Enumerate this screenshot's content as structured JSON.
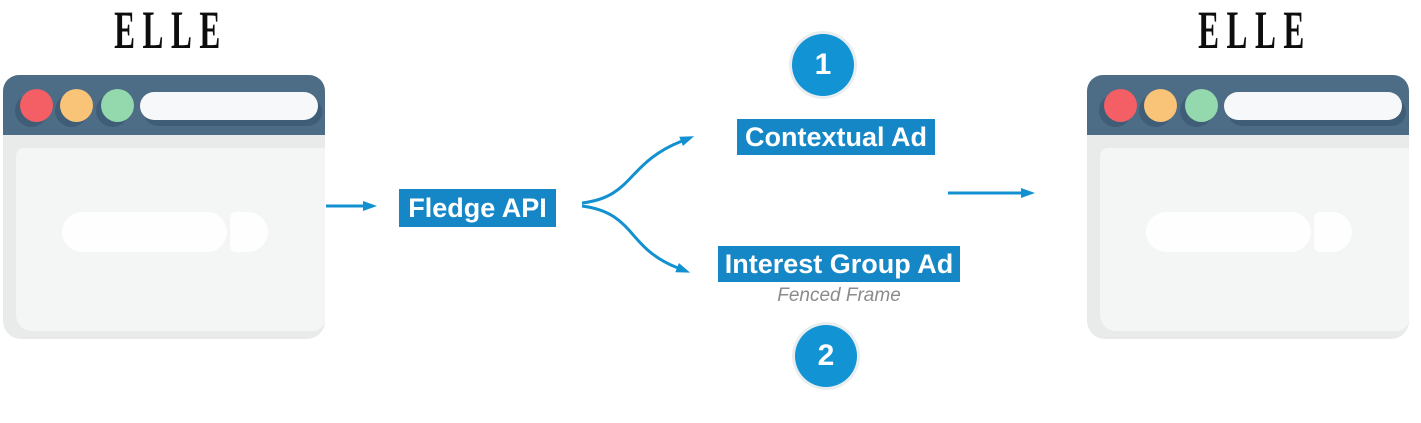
{
  "diagram": {
    "left_site": {
      "logo_text": "ELLE"
    },
    "right_site": {
      "logo_text": "ELLE"
    },
    "api_label": "Fledge API",
    "branch1": {
      "badge": "1",
      "label": "Contextual Ad"
    },
    "branch2": {
      "badge": "2",
      "label": "Interest Group Ad",
      "sublabel": "Fenced Frame"
    }
  },
  "colors": {
    "arrow_blue": "#1290d0",
    "highlight_blue": "#1687c6",
    "badge_blue": "#1193d4",
    "browser_header": "#4d6c85",
    "browser_body": "#e9eaea",
    "browser_panel": "#f4f5f5",
    "dot_red": "#f45f66",
    "dot_orange": "#f9c378",
    "dot_green": "#94d9ad",
    "dot_shadow": "#3f5d77",
    "subtext_gray": "#8b8b8b"
  }
}
